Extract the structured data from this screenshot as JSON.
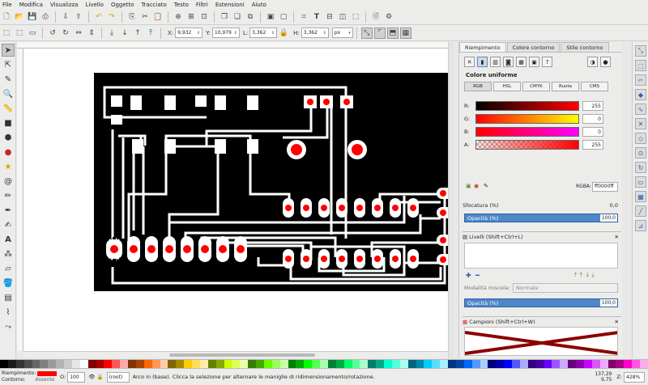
{
  "menu": [
    "File",
    "Modifica",
    "Visualizza",
    "Livello",
    "Oggetto",
    "Tracciato",
    "Testo",
    "Filtri",
    "Estensioni",
    "Aiuto"
  ],
  "controls": {
    "x_label": "X:",
    "x_value": "9,932",
    "y_label": "Y:",
    "y_value": "10,979",
    "w_label": "L:",
    "w_value": "3,362",
    "h_label": "H:",
    "h_value": "3,362",
    "unit": "px"
  },
  "panel": {
    "tabs": [
      "Riempimento",
      "Colore contorno",
      "Stile contorno"
    ],
    "title": "Colore uniforme",
    "color_modes": [
      "RGB",
      "HSL",
      "CMYK",
      "Ruota",
      "CMS"
    ],
    "sliders": [
      {
        "label": "R:",
        "value": "255"
      },
      {
        "label": "G:",
        "value": "0"
      },
      {
        "label": "B:",
        "value": "0"
      },
      {
        "label": "A:",
        "value": "255"
      }
    ],
    "rgba_label": "RGBA:",
    "rgba_value": "ff0000ff",
    "blur_label": "Sfocatura (%)",
    "blur_value": "0,0",
    "opacity_label": "Opacità (%)",
    "opacity_value": "100,0"
  },
  "layers": {
    "title": "Livelli (Shift+Ctrl+L)",
    "blend_label": "Modalità miscela:",
    "blend_value": "Normale",
    "opacity_label": "Opacità (%)",
    "opacity_value": "100,0"
  },
  "swatches": {
    "title": "Campioni (Shift+Ctrl+W)"
  },
  "status": {
    "fill_label": "Riempimento:",
    "stroke_label": "Contorno:",
    "stroke_value": "Assente",
    "opacity_value": "100",
    "layer_value": "(root)",
    "message": "Arco  in (base). Clicca la selezione per alternare le maniglie di ridimensionamento/rotazione.",
    "coord_x": "137,29",
    "coord_y": "9,75",
    "zoom_label": "Z:",
    "zoom_value": "428%"
  },
  "colors": {
    "board": "#000000",
    "trace": "#ffffff",
    "pad": "#ff0000",
    "panel_accent": "#4e86c8"
  }
}
